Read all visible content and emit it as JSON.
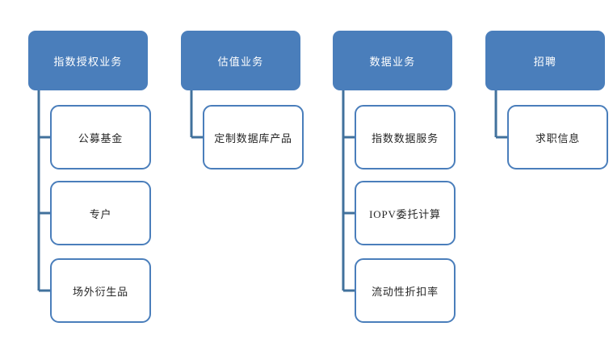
{
  "diagram": {
    "type": "org-tree",
    "orientation": "horizontal-columns",
    "colors": {
      "header_fill": "#4a7ebb",
      "header_text": "#ffffff",
      "child_fill": "#ffffff",
      "child_border": "#4a7ebb",
      "child_text": "#262626",
      "connector": "#41719c",
      "background": "#ffffff"
    },
    "columns": [
      {
        "id": "index-licensing",
        "header": "指数授权业务",
        "children": [
          "公募基金",
          "专户",
          "场外衍生品"
        ]
      },
      {
        "id": "valuation",
        "header": "估值业务",
        "children": [
          "定制数据库产品"
        ]
      },
      {
        "id": "data-business",
        "header": "数据业务",
        "children": [
          "指数数据服务",
          "IOPV委托计算",
          "流动性折扣率"
        ]
      },
      {
        "id": "recruitment",
        "header": "招聘",
        "children": [
          "求职信息"
        ]
      }
    ]
  }
}
